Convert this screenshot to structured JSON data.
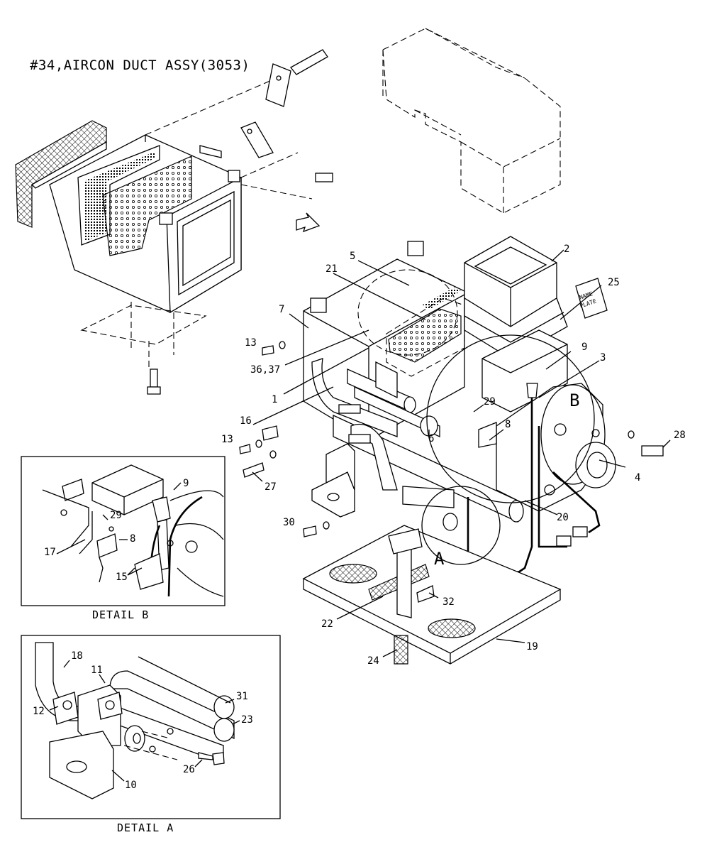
{
  "title": "#34,AIRCON DUCT ASSY(3053)",
  "detail_b": {
    "caption": "DETAIL B",
    "callouts": [
      "9",
      "29",
      "8",
      "17",
      "15"
    ]
  },
  "detail_a": {
    "caption": "DETAIL A",
    "callouts": [
      "18",
      "11",
      "12",
      "31",
      "23",
      "26",
      "10"
    ]
  },
  "main_callouts": [
    "2",
    "5",
    "21",
    "25",
    "7",
    "13",
    "36,37",
    "1",
    "9",
    "3",
    "29",
    "8",
    "16",
    "13",
    "28",
    "4",
    "27",
    "20",
    "30",
    "32",
    "22",
    "19",
    "24"
  ],
  "circle_labels": {
    "a": "A",
    "b": "B"
  },
  "name_plate": {
    "line1": "NAME",
    "line2": "PLATE"
  }
}
